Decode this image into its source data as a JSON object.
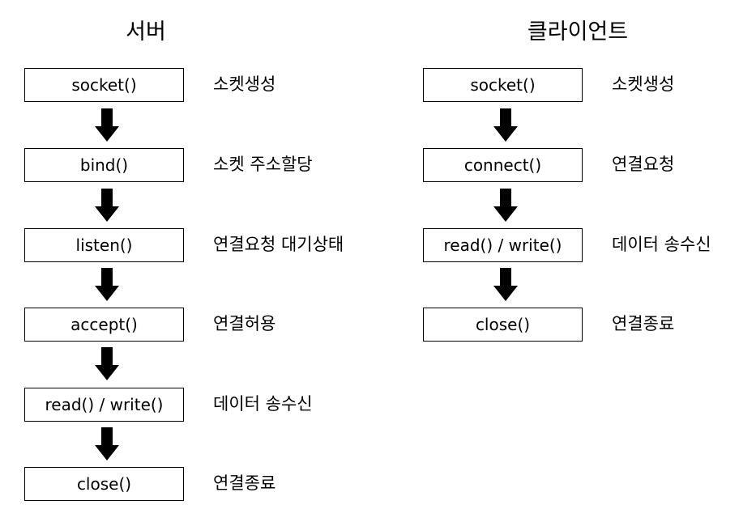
{
  "server": {
    "title": "서버",
    "steps": [
      {
        "label": "socket()",
        "desc": "소켓생성"
      },
      {
        "label": "bind()",
        "desc": "소켓 주소할당"
      },
      {
        "label": "listen()",
        "desc": "연결요청 대기상태"
      },
      {
        "label": "accept()",
        "desc": "연결허용"
      },
      {
        "label": "read() / write()",
        "desc": "데이터 송수신"
      },
      {
        "label": "close()",
        "desc": "연결종료"
      }
    ]
  },
  "client": {
    "title": "클라이언트",
    "steps": [
      {
        "label": "socket()",
        "desc": "소켓생성"
      },
      {
        "label": "connect()",
        "desc": "연결요청"
      },
      {
        "label": "read() / write()",
        "desc": "데이터 송수신"
      },
      {
        "label": "close()",
        "desc": "연결종료"
      }
    ]
  },
  "colors": {
    "box_border": "#000000",
    "arrow": "#000000",
    "background": "#ffffff"
  }
}
